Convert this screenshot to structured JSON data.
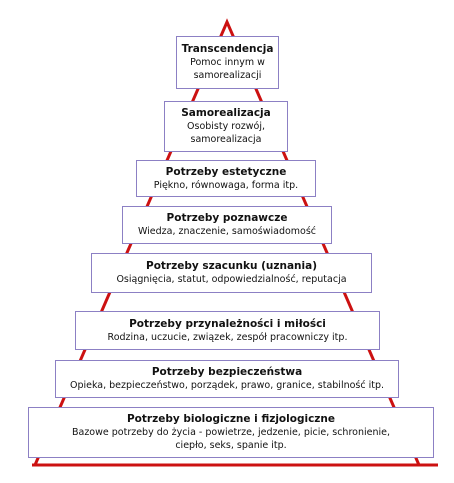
{
  "colors": {
    "pyramid_edge": "#cc1111",
    "box_border": "#8c80c4",
    "text": "#111111"
  },
  "levels": [
    {
      "title": "Transcendencja",
      "desc_lines": [
        "Pomoc innym w",
        "samorealizacji"
      ]
    },
    {
      "title": "Samorealizacja",
      "desc_lines": [
        "Osobisty rozwój,",
        "samorealizacja"
      ]
    },
    {
      "title": "Potrzeby estetyczne",
      "desc_lines": [
        "Piękno, równowaga, forma itp."
      ]
    },
    {
      "title": "Potrzeby poznawcze",
      "desc_lines": [
        "Wiedza, znaczenie, samoświadomość"
      ]
    },
    {
      "title": "Potrzeby szacunku (uznania)",
      "desc_lines": [
        "Osiągnięcia, statut, odpowiedzialność, reputacja"
      ]
    },
    {
      "title": "Potrzeby przynależności i miłości",
      "desc_lines": [
        "Rodzina, uczucie, związek, zespół pracowniczy itp."
      ]
    },
    {
      "title": "Potrzeby bezpieczeństwa",
      "desc_lines": [
        "Opieka, bezpieczeństwo, porządek, prawo, granice, stabilność itp."
      ]
    },
    {
      "title": "Potrzeby biologiczne i fizjologiczne",
      "desc_lines": [
        "Bazowe potrzeby do życia - powietrze, jedzenie, picie, schronienie,",
        "ciepło, seks, spanie itp."
      ]
    }
  ]
}
